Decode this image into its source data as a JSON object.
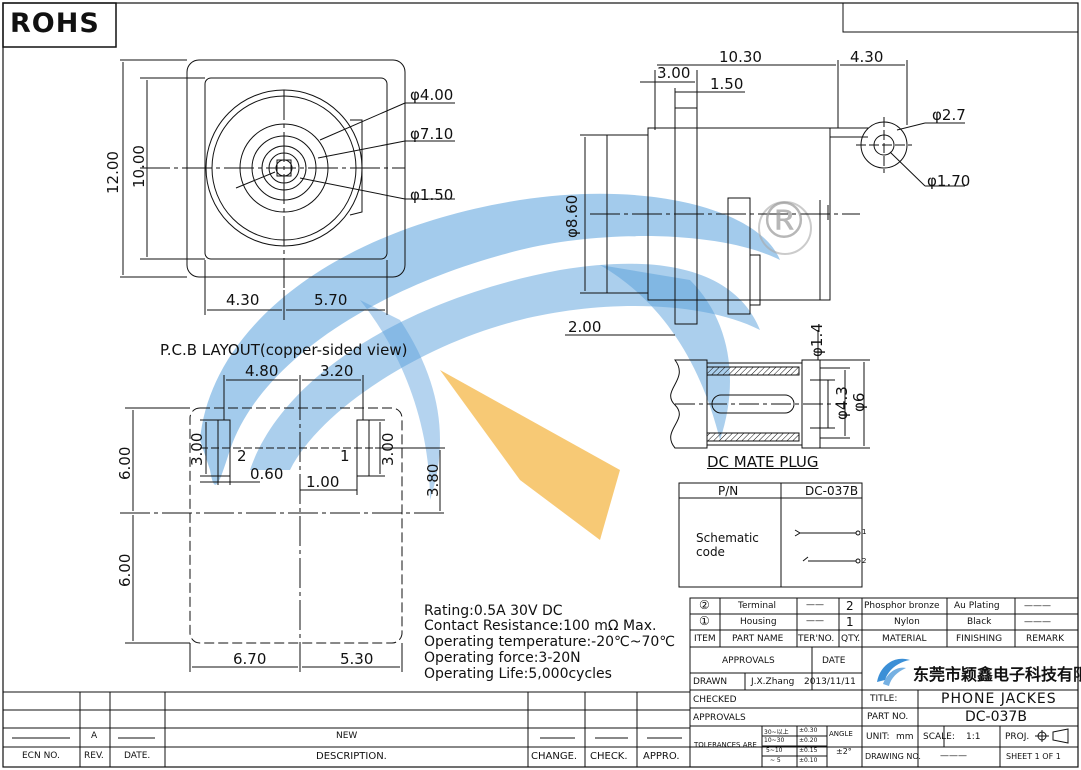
{
  "header": {
    "rohs": "ROHS"
  },
  "front_view": {
    "dim_d400": "φ4.00",
    "dim_d710": "φ7.10",
    "dim_d150": "φ1.50",
    "dim_h1200": "12.00",
    "dim_h1000": "10.00",
    "dim_b430": "4.30",
    "dim_b570": "5.70"
  },
  "side_view": {
    "dim_1030": "10.30",
    "dim_430": "4.30",
    "dim_300": "3.00",
    "dim_150": "1.50",
    "dim_d27": "φ2.7",
    "dim_d170": "φ1.70",
    "dim_d860": "φ8.60",
    "dim_200": "2.00",
    "registered": "®"
  },
  "pcb": {
    "title": "P.C.B LAYOUT(copper-sided view)",
    "dim_480": "4.80",
    "dim_320": "3.20",
    "dim_600a": "6.00",
    "dim_600b": "6.00",
    "dim_300a": "3.00",
    "dim_300b": "3.00",
    "dim_060": "0.60",
    "dim_100": "1.00",
    "dim_380": "3.80",
    "dim_670": "6.70",
    "dim_530": "5.30",
    "pad2": "2",
    "pad1": "1"
  },
  "mate_plug": {
    "title": "DC MATE PLUG",
    "dim_d14": "φ1.4",
    "dim_d43": "φ4.3",
    "dim_d6": "φ6"
  },
  "schematic": {
    "pn_label": "P/N",
    "pn_value": "DC-037B",
    "code_label_1": "Schematic",
    "code_label_2": "code",
    "pin1": "1",
    "pin2": "2"
  },
  "specs": {
    "line1": "Rating:0.5A 30V DC",
    "line2": "Contact Resistance:100 mΩ Max.",
    "line3": "Operating temperature:-20℃~70℃",
    "line4": "Operating force:3-20N",
    "line5": "Operating Life:5,000cycles"
  },
  "bom": {
    "rows": [
      {
        "item": "②",
        "part": "Terminal",
        "ter": "——",
        "qty": "2",
        "material": "Phosphor bronze",
        "finishing": "Au Plating",
        "remark": "———"
      },
      {
        "item": "①",
        "part": "Housing",
        "ter": "——",
        "qty": "1",
        "material": "Nylon",
        "finishing": "Black",
        "remark": "———"
      }
    ],
    "headers": {
      "item": "ITEM",
      "part": "PART NAME",
      "ter": "TER'NO.",
      "qty": "QTY.",
      "material": "MATERIAL",
      "finishing": "FINISHING",
      "remark": "REMARK"
    }
  },
  "approvals": {
    "approvals": "APPROVALS",
    "date": "DATE",
    "drawn": "DRAWN",
    "drawn_by": "J.X.Zhang",
    "drawn_date": "2013/11/11",
    "checked": "CHECKED",
    "approvals2": "APPROVALS",
    "company": "东莞市颖鑫电子科技有限公司"
  },
  "title_block": {
    "title_label": "TITLE:",
    "title_value": "PHONE JACKES",
    "partno_label": "PART NO.",
    "partno_value": "DC-037B",
    "unit_label": "UNIT:",
    "unit_value": "mm",
    "scale_label": "SCALE:",
    "scale_value": "1:1",
    "proj_label": "PROJ.",
    "drawingno_label": "DRAWING NO.",
    "drawingno_value": "———",
    "sheet": "SHEET   1  OF  1",
    "tolerances": "TOLERANCES ARE",
    "tol_r1a": "30~以上",
    "tol_r1b": "±0.30",
    "tol_r2a": "10~30",
    "tol_r2b": "±0.20",
    "tol_r3a": "5~10",
    "tol_r3b": "±0.15",
    "tol_r4a": "~ 5",
    "tol_r4b": "±0.10",
    "angle_label": "ANGLE",
    "angle_value": "±2°"
  },
  "revision": {
    "ecn": "ECN  NO.",
    "rev": "REV.",
    "date": "DATE.",
    "desc": "DESCRIPTION.",
    "change": "CHANGE.",
    "check": "CHECK.",
    "appro": "APPRO.",
    "rev_a": "A",
    "new": "NEW"
  },
  "colors": {
    "line": "#111111",
    "watermark_blue": "#3b8fd6",
    "watermark_orange": "#f5b441"
  }
}
